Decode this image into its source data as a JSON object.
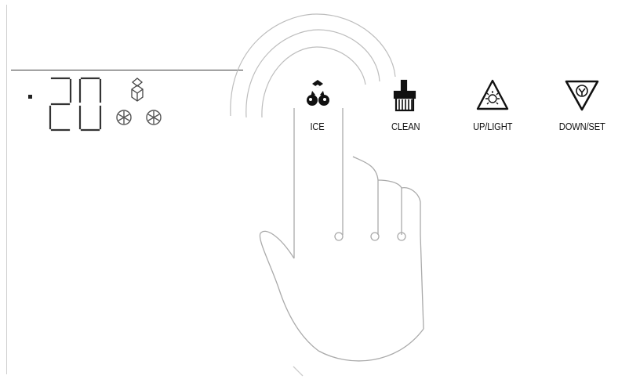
{
  "display": {
    "temperature_digits": "20",
    "mode_icons": [
      "ice-cube-icon",
      "snowflake-icon",
      "snowflake-icon"
    ]
  },
  "buttons": [
    {
      "id": "ice",
      "label": "ICE",
      "icon": "ice-cubes-icon"
    },
    {
      "id": "clean",
      "label": "CLEAN",
      "icon": "brush-icon"
    },
    {
      "id": "up_light",
      "label": "UP/LIGHT",
      "icon": "up-light-icon"
    },
    {
      "id": "down_set",
      "label": "DOWN/SET",
      "icon": "down-set-icon"
    }
  ],
  "colors": {
    "ink": "#111111",
    "faint": "#cfcfcf",
    "background": "#ffffff"
  }
}
